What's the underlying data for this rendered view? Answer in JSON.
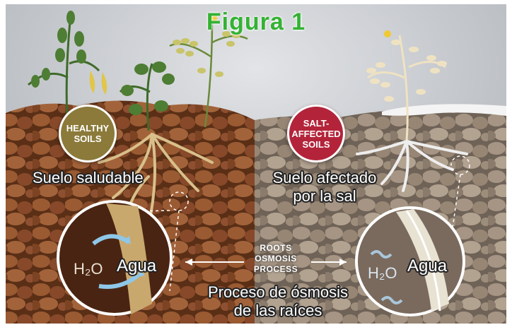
{
  "figure": {
    "title": "Figura 1"
  },
  "left": {
    "badge": [
      "HEALTHY",
      "SOILS"
    ],
    "caption": "Suelo saludable",
    "water_symbol": "H₂O",
    "water_label": "Agua",
    "badge_color": "#8b7a3a"
  },
  "right": {
    "badge": [
      "SALT-",
      "AFFECTED",
      "SOILS"
    ],
    "caption": [
      "Suelo afectado",
      "por la sal"
    ],
    "water_symbol": "H₂O",
    "water_label": "Agua",
    "badge_color": "#b3243a"
  },
  "process": {
    "english": [
      "ROOTS",
      "OSMOSIS",
      "PROCESS"
    ],
    "spanish": [
      "Proceso de ósmosis",
      "de las raíces"
    ]
  },
  "colors": {
    "sky": "#c9ccd1",
    "healthy_soil": "#6b3a1f",
    "salt_soil": "#8a7a6d",
    "root": "#d9c08a",
    "plant_green": "#3f6b2a"
  }
}
